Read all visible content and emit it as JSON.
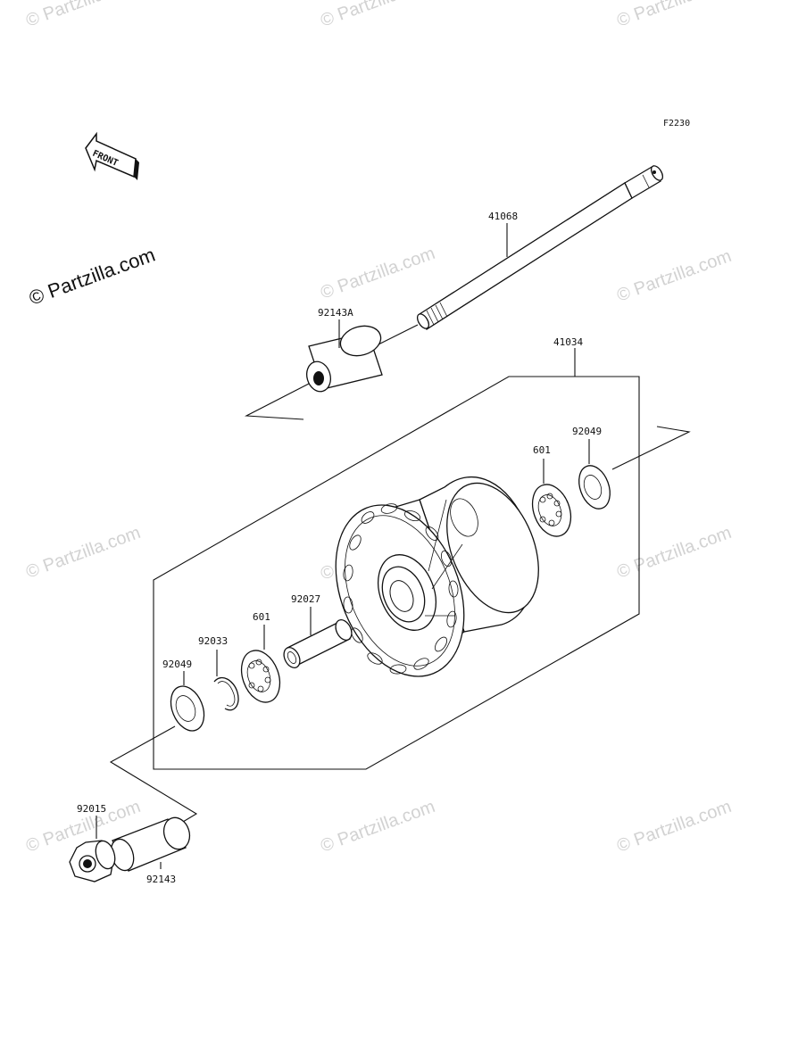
{
  "diagram": {
    "code": "F2230",
    "front_label": "FRONT",
    "copyright": "© Partzilla.com",
    "watermark": "© Partzilla.com",
    "parts": [
      {
        "label": "41068"
      },
      {
        "label": "92143A"
      },
      {
        "label": "41034"
      },
      {
        "label": "92049"
      },
      {
        "label": "601"
      },
      {
        "label": "92027"
      },
      {
        "label": "601"
      },
      {
        "label": "92033"
      },
      {
        "label": "92049"
      },
      {
        "label": "92015"
      },
      {
        "label": "92143"
      }
    ]
  }
}
